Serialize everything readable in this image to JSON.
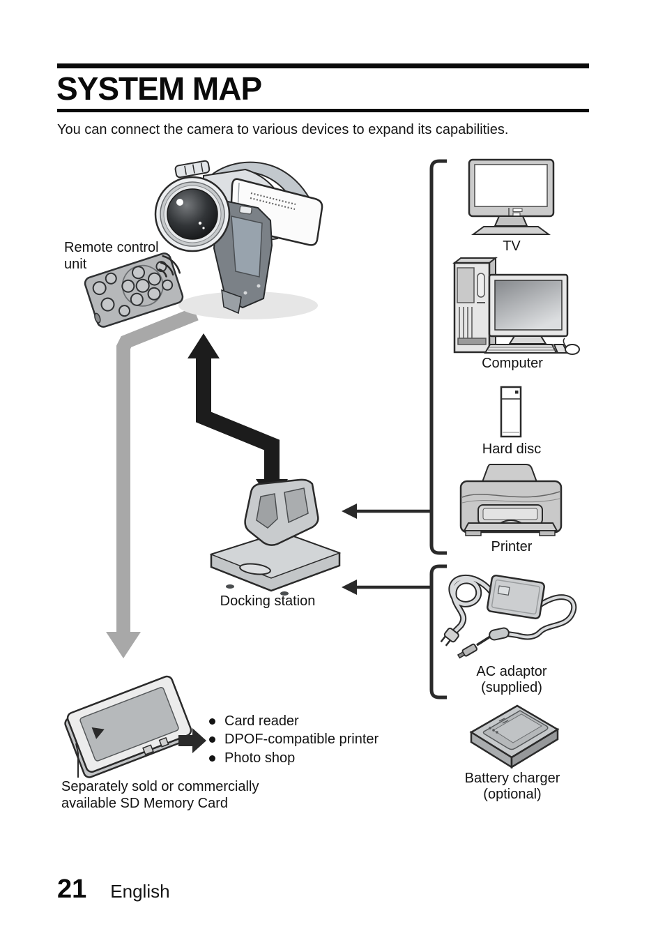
{
  "header": {
    "title": "SYSTEM MAP",
    "intro": "You can connect the camera to various devices to expand its capabilities."
  },
  "diagram": {
    "remote_label_line1": "Remote control",
    "remote_label_line2": "unit",
    "tv_label": "TV",
    "computer_label": "Computer",
    "hard_disc_label": "Hard disc",
    "printer_label": "Printer",
    "docking_label": "Docking station",
    "ac_adaptor_label_line1": "AC adaptor",
    "ac_adaptor_label_line2": "(supplied)",
    "battery_label_line1": "Battery charger",
    "battery_label_line2": "(optional)",
    "sd_bullets": [
      "Card reader",
      "DPOF-compatible printer",
      "Photo shop"
    ],
    "sd_note_line1": "Separately sold or commercially",
    "sd_note_line2": "available SD Memory Card"
  },
  "footer": {
    "page_number": "21",
    "language": "English"
  },
  "colors": {
    "arrow_black": "#1c1c1c",
    "arrow_gray": "#a8a8a8",
    "outline": "#2a2a2a"
  }
}
